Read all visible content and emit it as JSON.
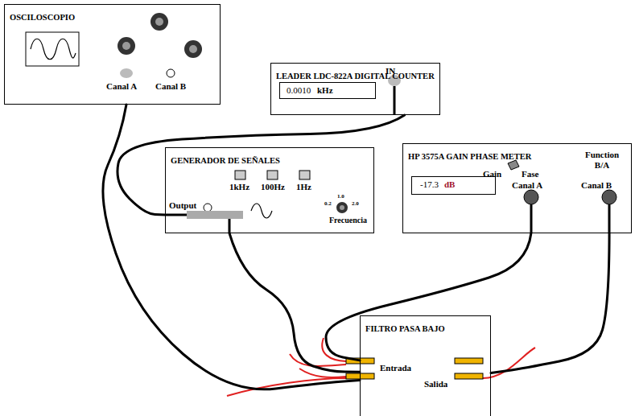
{
  "diagram": {
    "nodes": [
      {
        "text": [
          "OSCILOSCOPIO"
        ]
      },
      {
        "text": [
          "LEADER LDC-822A DIGITAL COUNTER"
        ]
      },
      {
        "text": [
          "0.0010",
          "kHz"
        ],
        "in": 1
      },
      {
        "text": [
          "GENERADOR DE SEÑALES"
        ]
      },
      {
        "text": [
          "HP 3575A GAIN PHASE METER"
        ]
      },
      {
        "text": [
          "-17.3",
          "dB"
        ],
        "in": 4
      },
      {
        "text": [
          "FILTRO PASA BAJO"
        ]
      }
    ],
    "edges": [
      {
        "from": 0,
        "to": 6,
        "arrow": "none"
      },
      {
        "from": 1,
        "to": 3,
        "arrow": "none"
      },
      {
        "from": 3,
        "to": 6,
        "arrow": "none"
      },
      {
        "from": 4,
        "to": 6,
        "arrow": "none"
      },
      {
        "from": 4,
        "to": 6,
        "arrow": "none"
      }
    ],
    "labels": [
      "Canal A",
      "Canal B",
      "IN",
      "1kHz",
      "100Hz",
      "1Hz",
      "Output",
      "1.0",
      "0.2",
      "2.0",
      "Frecuencia",
      "Gain",
      "Fase",
      "Canal A",
      "Function B/A",
      "Canal B",
      "Entrada",
      "Salida"
    ]
  }
}
